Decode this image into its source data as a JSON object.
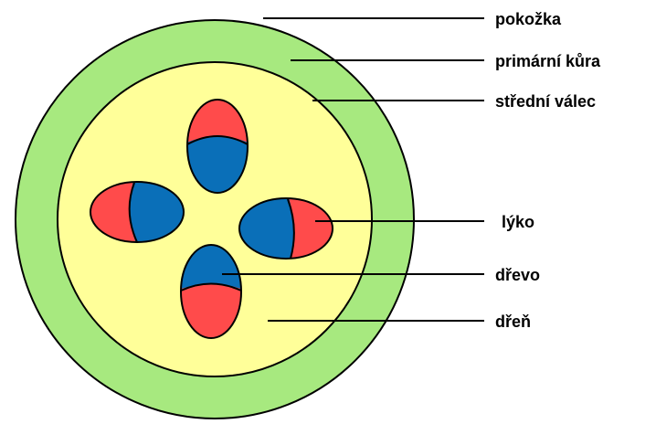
{
  "colors": {
    "epidermis": "#a7e97f",
    "stele": "#ffff99",
    "phloem": "#ff4b4b",
    "xylem": "#0a6fb8",
    "outline": "#000000",
    "background": "#ffffff"
  },
  "labels": {
    "epidermis": "pokožka",
    "cortex": "primární kůra",
    "stele": "střední válec",
    "phloem": "lýko",
    "xylem": "dřevo",
    "pith": "dřeň"
  }
}
